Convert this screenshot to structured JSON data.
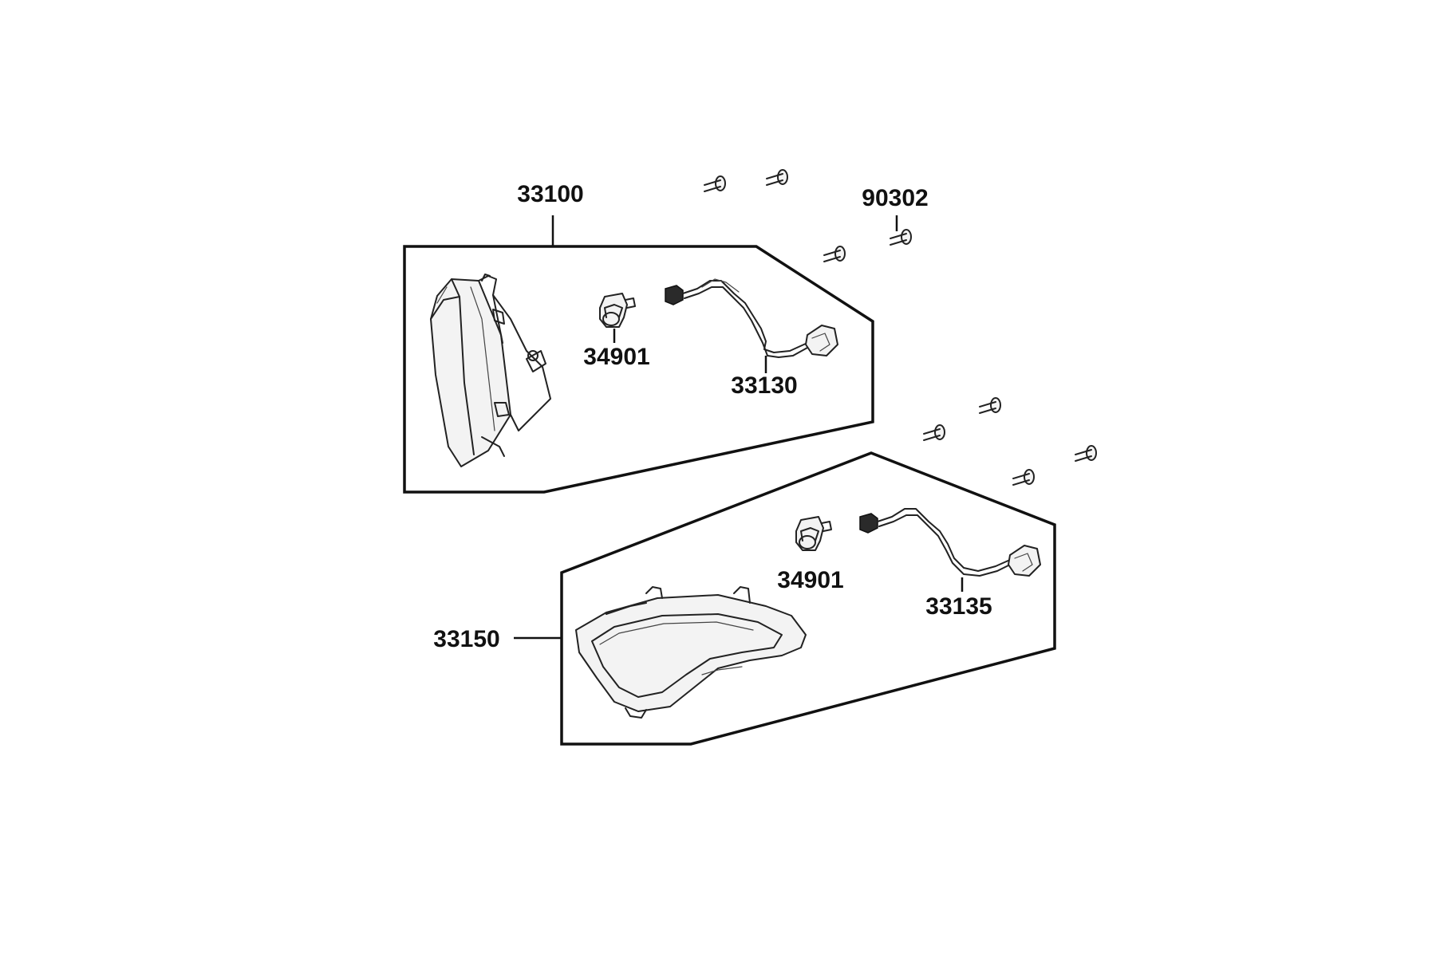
{
  "labels": {
    "headlight_assembly": "33100",
    "screw": "90302",
    "bulb_upper": "34901",
    "harness_upper": "33130",
    "position_lamp_assembly": "33150",
    "bulb_lower": "34901",
    "harness_lower": "33135"
  }
}
